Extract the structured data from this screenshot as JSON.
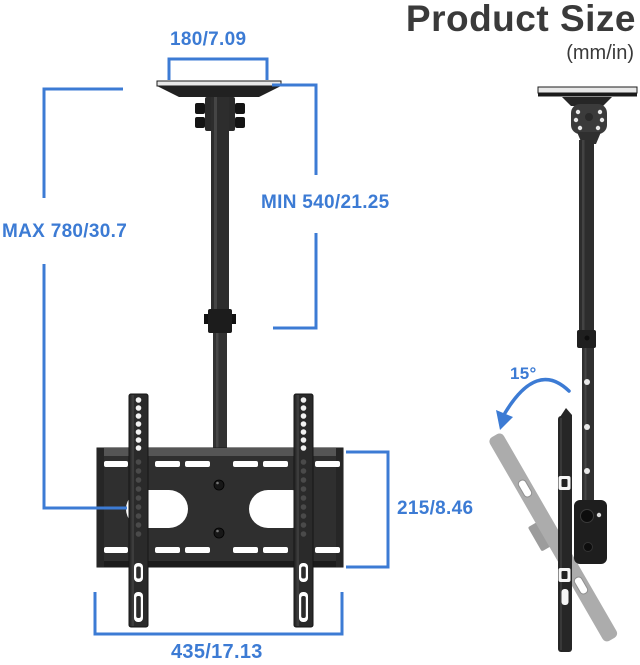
{
  "header": {
    "title": "Product Size",
    "unit": "(mm/in)"
  },
  "front_view": {
    "dimensions": {
      "ceiling_plate_width": "180/7.09",
      "max_extension": "MAX 780/30.7",
      "min_extension": "MIN 540/21.25",
      "plate_height": "215/8.46",
      "plate_width": "435/17.13"
    }
  },
  "side_view": {
    "tilt_angle": "15°"
  },
  "colors": {
    "dimension_blue": "#3c7bd4",
    "product_dark": "#2b2b2b",
    "ghost_gray": "#acacac",
    "title_dark": "#3a3a3a",
    "background": "#ffffff"
  }
}
